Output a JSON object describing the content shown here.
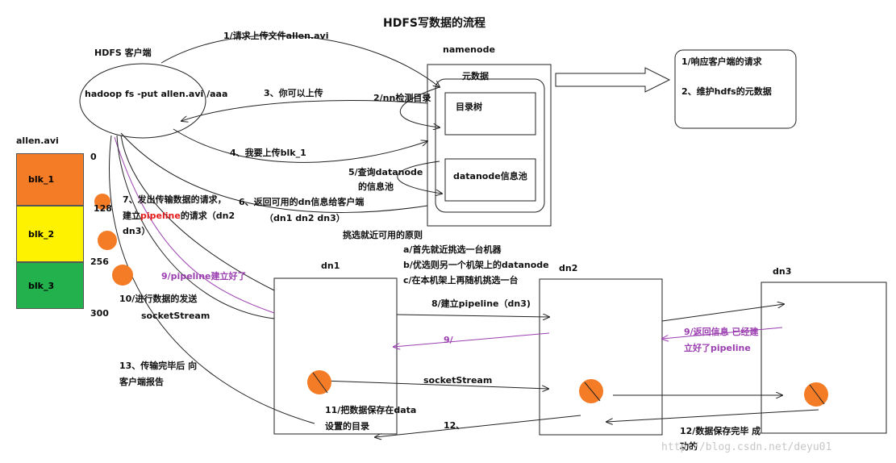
{
  "title": "HDFS写数据的流程",
  "client": {
    "label": "HDFS 客户端",
    "command": "hadoop fs -put allen.avi /aaa"
  },
  "file": {
    "name": "allen.avi",
    "blocks": [
      {
        "label": "blk_1",
        "color": "#f47c27"
      },
      {
        "label": "blk_2",
        "color": "#fff200"
      },
      {
        "label": "blk_3",
        "color": "#22b14c"
      }
    ],
    "offsets": [
      "0",
      "128",
      "256",
      "300"
    ]
  },
  "namenode": {
    "label": "namenode",
    "metadata": "元数据",
    "dir_tree": "目录树",
    "datanode_pool": "datanode信息池"
  },
  "nn_duties": {
    "line1": "1/响应客户端的请求",
    "line2": "2、维护hdfs的元数据"
  },
  "datanodes": [
    "dn1",
    "dn2",
    "dn3"
  ],
  "steps": {
    "s1": "1/请求上传文件allen.avi",
    "s2": "2/nn检测目录",
    "s3": "3、你可以上传",
    "s4": "4、我要上传blk_1",
    "s5a": "5/查询datanode",
    "s5b": "的信息池",
    "s6a": "6、返回可用的dn信息给客户端",
    "s6b": "（dn1 dn2  dn3）",
    "s7a": "7、发出传输数据的请求，",
    "s7b_pre": "建立",
    "s7b_red": "pipeline",
    "s7b_post": "的请求（dn2",
    "s7c": "dn3）",
    "s8": "8/建立pipeline（dn3)",
    "s9": "9/pipeline建立好了",
    "s9_short": "9/",
    "s9_dn3a": "9/返回信息  已经建",
    "s9_dn3b": "立好了pipeline",
    "s10a": "10/进行数据的发送",
    "s10b": "socketStream",
    "socket": "socketStream",
    "s11a": "11/把数据保存在data",
    "s11b": "设置的目录",
    "s12": "12、",
    "s12_dn3a": "12/数据保存完毕 成",
    "s12_dn3b": "功的",
    "s13a": "13、传输完毕后 向",
    "s13b": "客户端报告"
  },
  "principle": {
    "title": "挑选就近可用的原则",
    "a": "a/首先就近挑选一台机器",
    "b": "b/优选则另一个机架上的datanode",
    "c": "c/在本机架上再随机挑选一台"
  },
  "watermark": "http://blog.csdn.net/deyu01",
  "colors": {
    "orange_dot": "#f47c27",
    "purple": "#9b3fb0",
    "line": "#222222"
  }
}
